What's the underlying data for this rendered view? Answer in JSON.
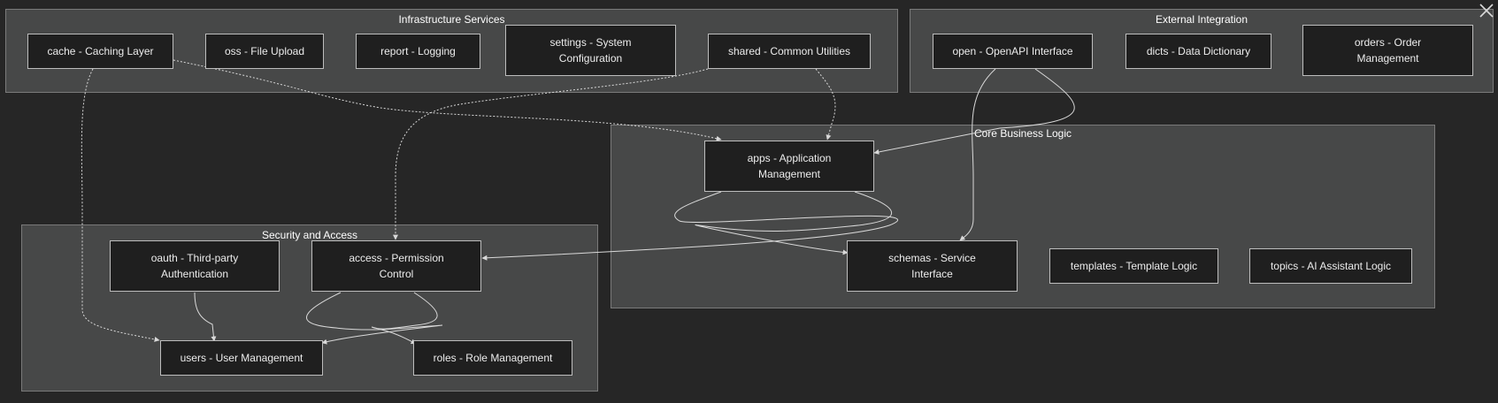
{
  "groups": {
    "infrastructure": "Infrastructure Services",
    "external": "External Integration",
    "core": "Core Business Logic",
    "security": "Security and Access"
  },
  "nodes": {
    "cache": "cache - Caching Layer",
    "oss": "oss - File Upload",
    "report": "report - Logging",
    "settings": "settings - System Configuration",
    "shared": "shared - Common Utilities",
    "open": "open - OpenAPI Interface",
    "dicts": "dicts - Data Dictionary",
    "orders": "orders - Order Management",
    "apps": "apps - Application Management",
    "schemas": "schemas - Service Interface",
    "templates": "templates - Template Logic",
    "topics": "topics - AI Assistant Logic",
    "oauth": "oauth - Third-party Authentication",
    "access": "access - Permission Control",
    "users": "users - User Management",
    "roles": "roles - Role Management"
  },
  "edges": [
    {
      "from": "cache",
      "to": "apps",
      "style": "dotted"
    },
    {
      "from": "cache",
      "to": "users",
      "style": "dotted"
    },
    {
      "from": "shared",
      "to": "access",
      "style": "dotted"
    },
    {
      "from": "shared",
      "to": "apps",
      "style": "dotted"
    },
    {
      "from": "open",
      "to": "apps",
      "style": "solid"
    },
    {
      "from": "open",
      "to": "schemas",
      "style": "solid"
    },
    {
      "from": "apps",
      "to": "access",
      "style": "solid"
    },
    {
      "from": "apps",
      "to": "schemas",
      "style": "solid"
    },
    {
      "from": "oauth",
      "to": "users",
      "style": "solid"
    },
    {
      "from": "access",
      "to": "users",
      "style": "solid"
    },
    {
      "from": "access",
      "to": "roles",
      "style": "solid"
    }
  ],
  "colors": {
    "background": "#262626",
    "group_fill": "#474848",
    "node_fill": "#1f1f1f",
    "node_border": "#bdbdbd",
    "edge": "#d9d9d9"
  }
}
